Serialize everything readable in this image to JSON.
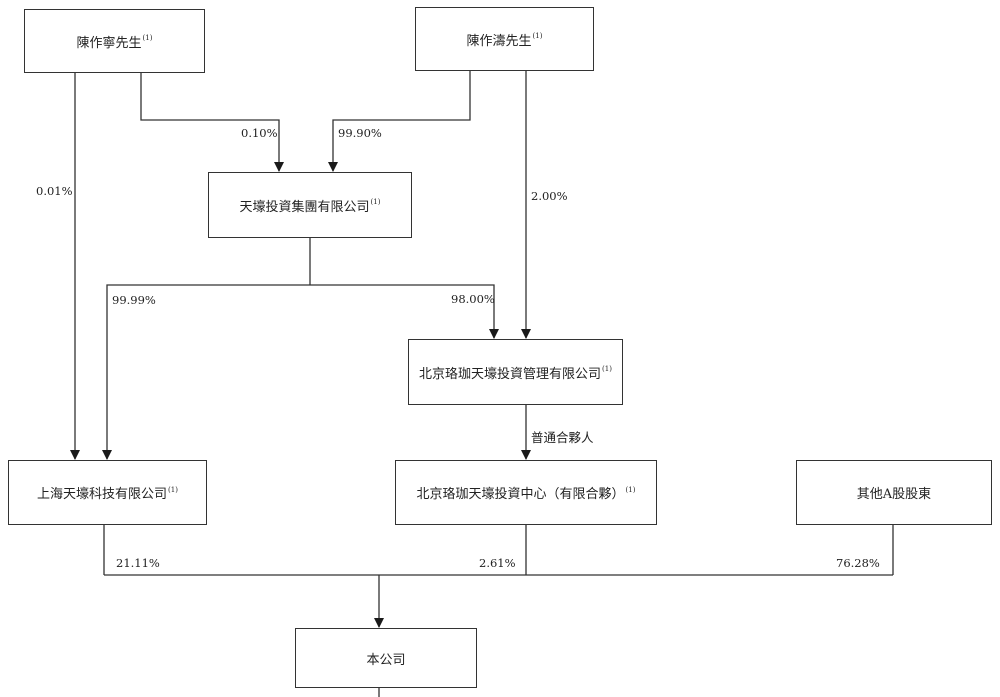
{
  "entities": {
    "chen_zuoning": {
      "name": "陳作寧先生",
      "note": "(1)"
    },
    "chen_zuotao": {
      "name": "陳作濤先生",
      "note": "(1)"
    },
    "tianhao_group": {
      "name": "天壕投資集團有限公司",
      "note": "(1)"
    },
    "beijing_mgmt": {
      "name": "北京珞珈天壕投資管理有限公司",
      "note": "(1)"
    },
    "shanghai_tech": {
      "name": "上海天壕科技有限公司",
      "note": "(1)"
    },
    "beijing_center": {
      "name": "北京珞珈天壕投資中心（有限合夥）",
      "note": "(1)"
    },
    "other_a": {
      "name": "其他A股股東",
      "note": ""
    },
    "company": {
      "name": "本公司",
      "note": ""
    }
  },
  "edges": {
    "ning_to_shanghai": "0.01%",
    "ning_to_group": "0.10%",
    "tao_to_group": "99.90%",
    "tao_to_mgmt": "2.00%",
    "group_to_shanghai": "99.99%",
    "group_to_mgmt": "98.00%",
    "mgmt_to_center": "普通合夥人",
    "shanghai_to_company": "21.11%",
    "center_to_company": "2.61%",
    "other_to_company": "76.28%"
  }
}
